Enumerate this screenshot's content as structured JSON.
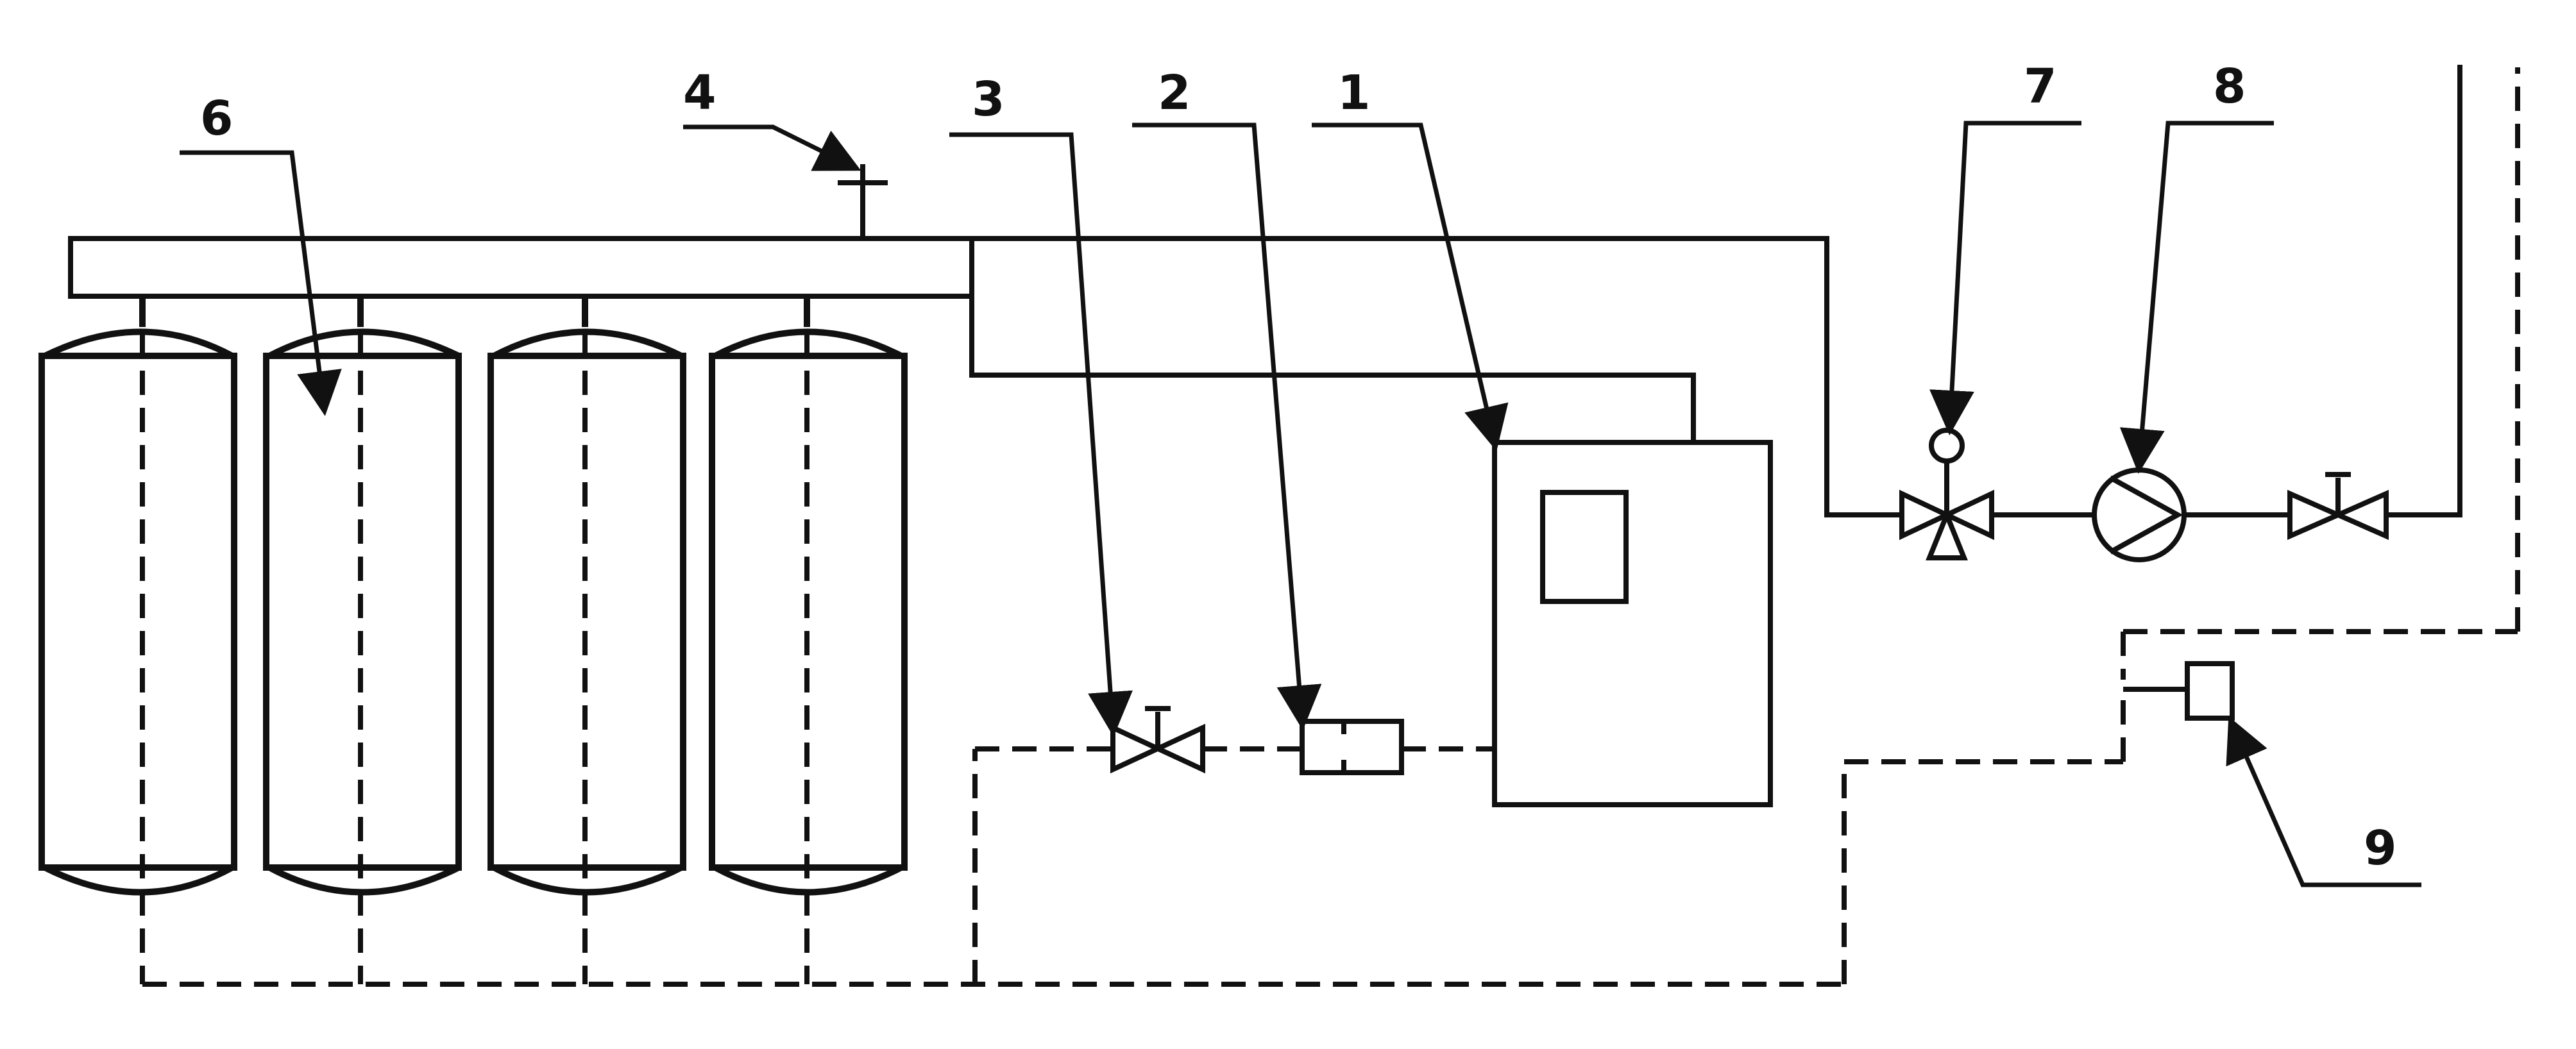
{
  "colors": {
    "ink": "#111111",
    "background": "#ffffff"
  },
  "callouts": [
    {
      "id": "label-1",
      "text": "1"
    },
    {
      "id": "label-2",
      "text": "2"
    },
    {
      "id": "label-3",
      "text": "3"
    },
    {
      "id": "label-4",
      "text": "4"
    },
    {
      "id": "label-6",
      "text": "6"
    },
    {
      "id": "label-7",
      "text": "7"
    },
    {
      "id": "label-8",
      "text": "8"
    },
    {
      "id": "label-9",
      "text": "9"
    }
  ],
  "components": {
    "tanks": 4,
    "control_cabinet": "cabinet",
    "valves": [
      "stop-valve",
      "three-way-valve",
      "stop-valve-outlet"
    ],
    "pump": "pump",
    "sensor": "sensor-box",
    "relief_valve": "relief-valve"
  }
}
